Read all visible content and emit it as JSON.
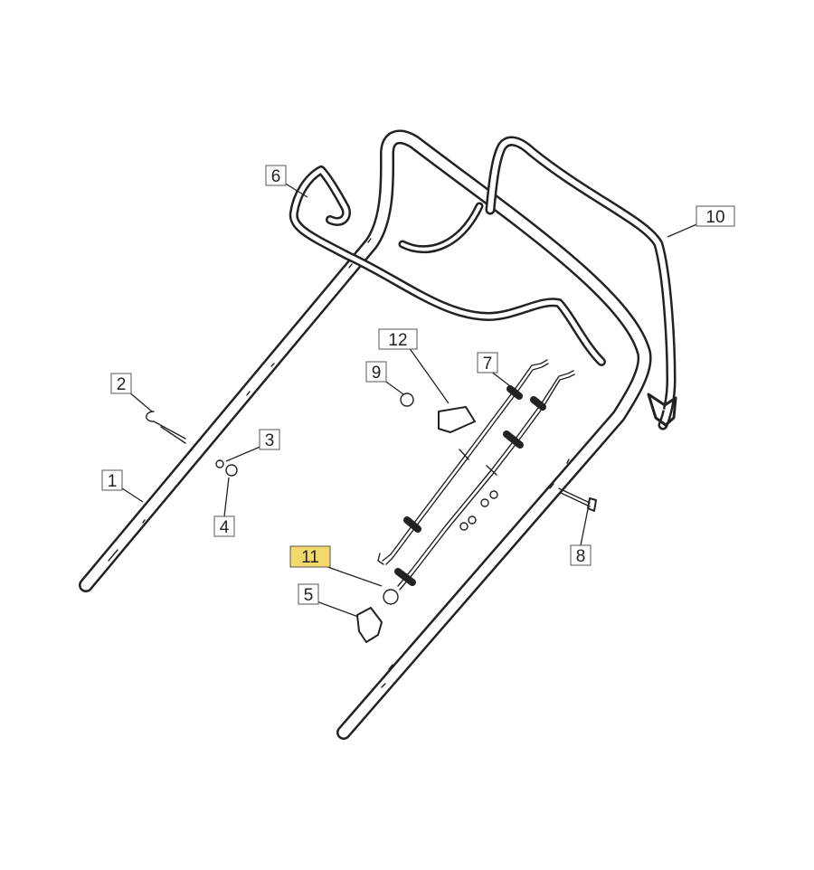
{
  "colors": {
    "line": "#222222",
    "background": "#ffffff",
    "label_box_fill": "#ffffff",
    "label_highlight_fill": "#f3d96a"
  },
  "highlighted_part": "11",
  "callouts": [
    {
      "id": "1",
      "label": "1"
    },
    {
      "id": "2",
      "label": "2"
    },
    {
      "id": "3",
      "label": "3"
    },
    {
      "id": "4",
      "label": "4"
    },
    {
      "id": "5",
      "label": "5"
    },
    {
      "id": "6",
      "label": "6"
    },
    {
      "id": "7",
      "label": "7"
    },
    {
      "id": "8",
      "label": "8"
    },
    {
      "id": "9",
      "label": "9"
    },
    {
      "id": "10",
      "label": "10"
    },
    {
      "id": "11",
      "label": "11"
    },
    {
      "id": "12",
      "label": "12"
    }
  ]
}
